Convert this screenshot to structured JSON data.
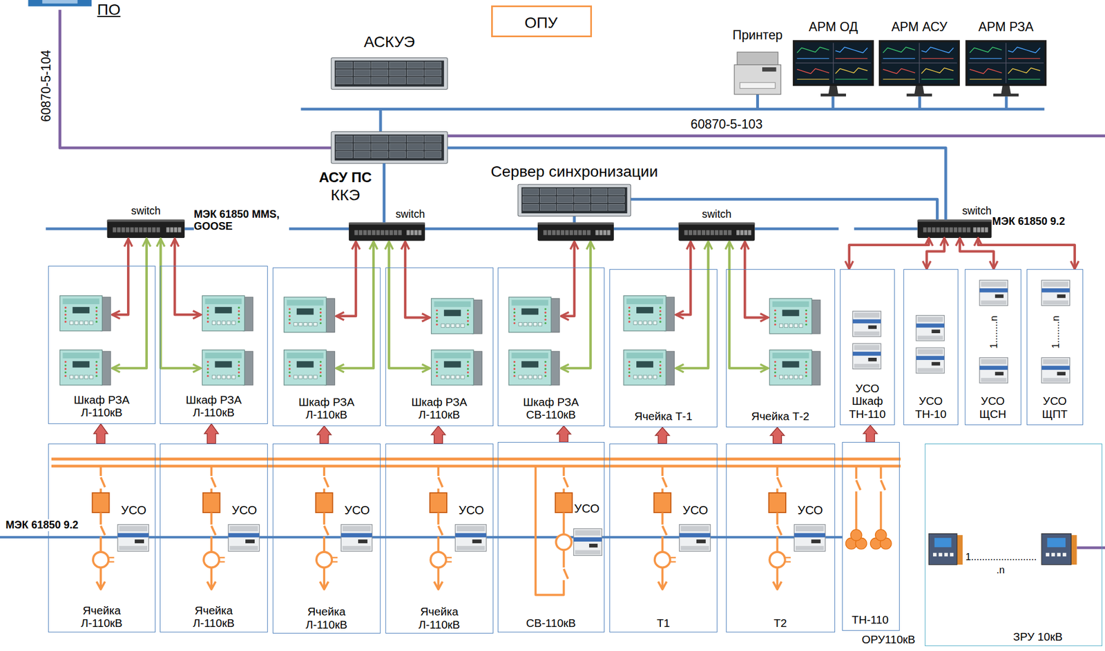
{
  "diagram": {
    "nodes": [
      {
        "text": [
          "ОПУ"
        ]
      },
      {
        "text": [
          "АСКУЭ"
        ]
      },
      {
        "text": [
          "Принтер"
        ]
      },
      {
        "text": [
          "АРМ ОД"
        ]
      },
      {
        "text": [
          "АРМ АСУ"
        ]
      },
      {
        "text": [
          "АРМ РЗА"
        ]
      },
      {
        "text": [
          "АСУ ПС",
          "ККЭ"
        ]
      },
      {
        "text": [
          "Сервер синхронизации"
        ]
      },
      {
        "text": [
          "switch"
        ]
      },
      {
        "text": [
          "switch"
        ]
      },
      {
        "text": [
          "switch"
        ]
      },
      {
        "text": [
          "switch"
        ]
      },
      {
        "text": [
          "Шкаф РЗА Л-110кВ"
        ]
      },
      {
        "text": [
          "Шкаф РЗА Л-110кВ"
        ]
      },
      {
        "text": [
          "Шкаф РЗА Л-110кВ"
        ]
      },
      {
        "text": [
          "Шкаф РЗА Л-110кВ"
        ]
      },
      {
        "text": [
          "Шкаф РЗА СВ-110кВ"
        ]
      },
      {
        "text": [
          "Ячейка Т-1"
        ]
      },
      {
        "text": [
          "Ячейка Т-2"
        ]
      },
      {
        "text": [
          "УСО Шкаф ТН-110"
        ]
      },
      {
        "text": [
          "УСО ТН-10"
        ]
      },
      {
        "text": [
          "УСО ЩСН"
        ]
      },
      {
        "text": [
          "УСО ЩПТ"
        ]
      },
      {
        "text": [
          "УСО",
          "Ячейка Л-110кВ"
        ]
      },
      {
        "text": [
          "УСО",
          "Ячейка Л-110кВ"
        ]
      },
      {
        "text": [
          "УСО",
          "Ячейка Л-110кВ"
        ]
      },
      {
        "text": [
          "УСО",
          "Ячейка Л-110кВ"
        ]
      },
      {
        "text": [
          "УСО",
          "СВ-110кВ"
        ]
      },
      {
        "text": [
          "УСО",
          "Т1"
        ]
      },
      {
        "text": [
          "УСО",
          "Т2"
        ]
      },
      {
        "text": [
          "ТН-110",
          "ОРУ110кВ"
        ]
      },
      {
        "text": [
          "ЗРУ 10кВ"
        ]
      }
    ],
    "edges": [
      {
        "from": 6,
        "to": 9,
        "arrow": "none"
      },
      {
        "from": 6,
        "to": 11,
        "arrow": "none"
      },
      {
        "from": 7,
        "to": 11,
        "arrow": "none"
      },
      {
        "from": 23,
        "to": 12,
        "arrow": "to"
      },
      {
        "from": 24,
        "to": 13,
        "arrow": "to"
      },
      {
        "from": 25,
        "to": 14,
        "arrow": "to"
      },
      {
        "from": 26,
        "to": 15,
        "arrow": "to"
      },
      {
        "from": 27,
        "to": 16,
        "arrow": "to"
      },
      {
        "from": 28,
        "to": 17,
        "arrow": "to"
      },
      {
        "from": 29,
        "to": 18,
        "arrow": "to"
      },
      {
        "from": 30,
        "to": 19,
        "arrow": "to"
      },
      {
        "from": 11,
        "to": 19,
        "arrow": "both"
      },
      {
        "from": 11,
        "to": 20,
        "arrow": "both"
      },
      {
        "from": 11,
        "to": 21,
        "arrow": "both"
      },
      {
        "from": 11,
        "to": 22,
        "arrow": "both"
      }
    ],
    "labels": [
      "ПО",
      "60870-5-104",
      "60870-5-103",
      "МЭК 61850 MMS, GOOSE",
      "МЭК 61850 9.2",
      "МЭК 61850 9.2",
      "1........n",
      "1........n",
      "1........................",
      ".n"
    ]
  }
}
